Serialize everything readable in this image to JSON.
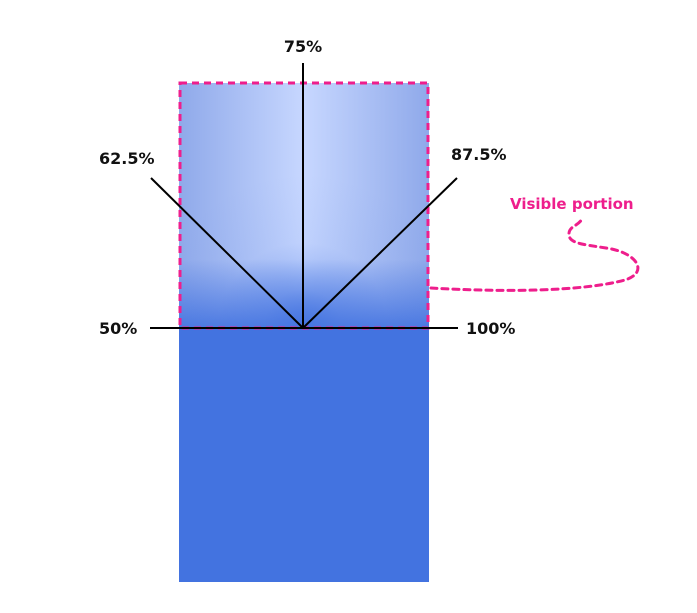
{
  "labels": {
    "p50": "50%",
    "p62_5": "62.5%",
    "p75": "75%",
    "p87_5": "87.5%",
    "p100": "100%"
  },
  "annotation": {
    "text": "Visible portion"
  },
  "colors": {
    "fill_blue": "#4373e0",
    "gradient_light": "#c6d6ff",
    "highlight": "#ee1e8c",
    "lines": "#000000"
  }
}
